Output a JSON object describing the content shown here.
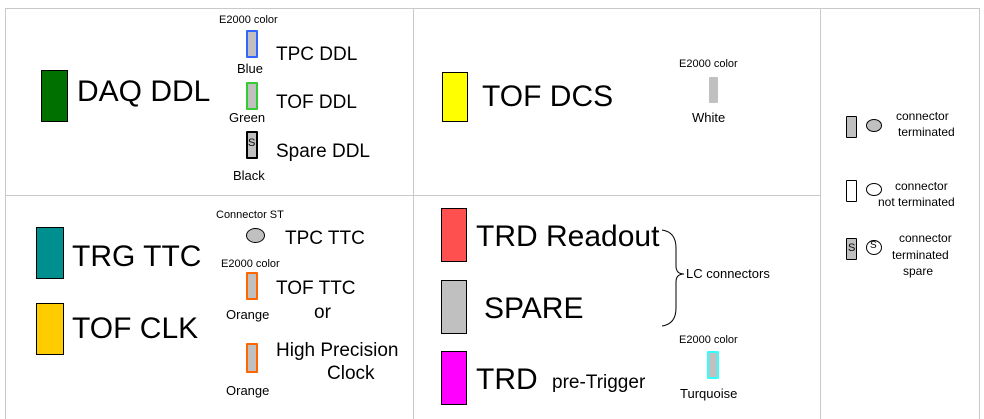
{
  "colors": {
    "daq_ddl": "#007000",
    "tof_dcs": "#ffff00",
    "trg_ttc": "#008f8f",
    "tof_clk": "#ffcc00",
    "trd_readout": "#ff5050",
    "spare": "#c0c0c0",
    "trd_pretrigger": "#ff00ff",
    "blue_border": "#3366ff",
    "green_border": "#33cc33",
    "orange_border": "#ff6600",
    "turquoise_border": "#33ffff",
    "connector_fill": "#c0c0c0",
    "grid_line": "#c9c9c9"
  },
  "top_left": {
    "main_label": "DAQ DDL",
    "e2000_label": "E2000 color",
    "tpc_ddl": "TPC DDL",
    "tpc_color": "Blue",
    "tof_ddl": "TOF DDL",
    "tof_color": "Green",
    "spare_ddl": "Spare DDL",
    "spare_color": "Black",
    "spare_mark": "S"
  },
  "top_middle": {
    "main_label": "TOF DCS",
    "e2000_label": "E2000 color",
    "color_name": "White"
  },
  "bottom_left": {
    "trg_ttc": "TRG TTC",
    "tof_clk": "TOF CLK",
    "connector_st": "Connector ST",
    "tpc_ttc": "TPC TTC",
    "e2000_label": "E2000 color",
    "tof_ttc": "TOF TTC",
    "or": "or",
    "orange1": "Orange",
    "high_precision": "High Precision",
    "clock": "Clock",
    "orange2": "Orange"
  },
  "bottom_middle": {
    "trd_readout": "TRD Readout",
    "spare": "SPARE",
    "lc_connectors": "LC connectors",
    "trd": "TRD",
    "pre_trigger": "pre-Trigger",
    "e2000_label": "E2000 color",
    "turquoise": "Turquoise"
  },
  "legend": {
    "connector1": "connector",
    "terminated": "terminated",
    "connector2": "connector",
    "not_terminated": "not terminated",
    "connector3": "connector",
    "terminated2": "terminated",
    "spare": "spare",
    "spare_mark": "S"
  }
}
